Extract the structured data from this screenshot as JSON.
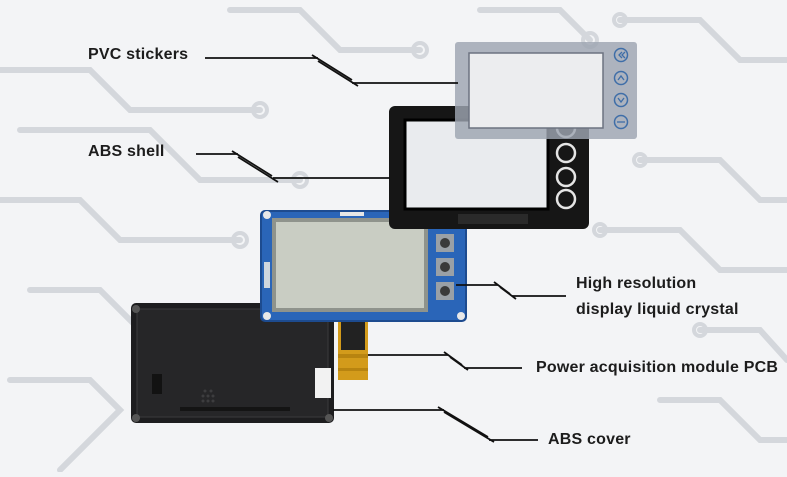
{
  "labels": {
    "pvc_stickers": "PVC stickers",
    "abs_shell": "ABS shell",
    "display_line1": "High resolution",
    "display_line2": "display liquid crystal",
    "pcb": "Power acquisition module PCB",
    "abs_cover": "ABS cover"
  },
  "colors": {
    "background": "#f3f4f6",
    "circuit_traces": "#d4d7dc",
    "pvc_sticker": "#9ea5b1",
    "abs_shell": "#161616",
    "pcb_board": "#2a65b8",
    "lcd_screen": "#c9cdc3",
    "abs_cover": "#1d1d1f",
    "flex_cable": "#d39b1b",
    "leader_lines": "#111111"
  },
  "icons": [
    "double-chevron-left-icon",
    "chevron-up-icon",
    "chevron-down-icon",
    "ok-icon"
  ]
}
